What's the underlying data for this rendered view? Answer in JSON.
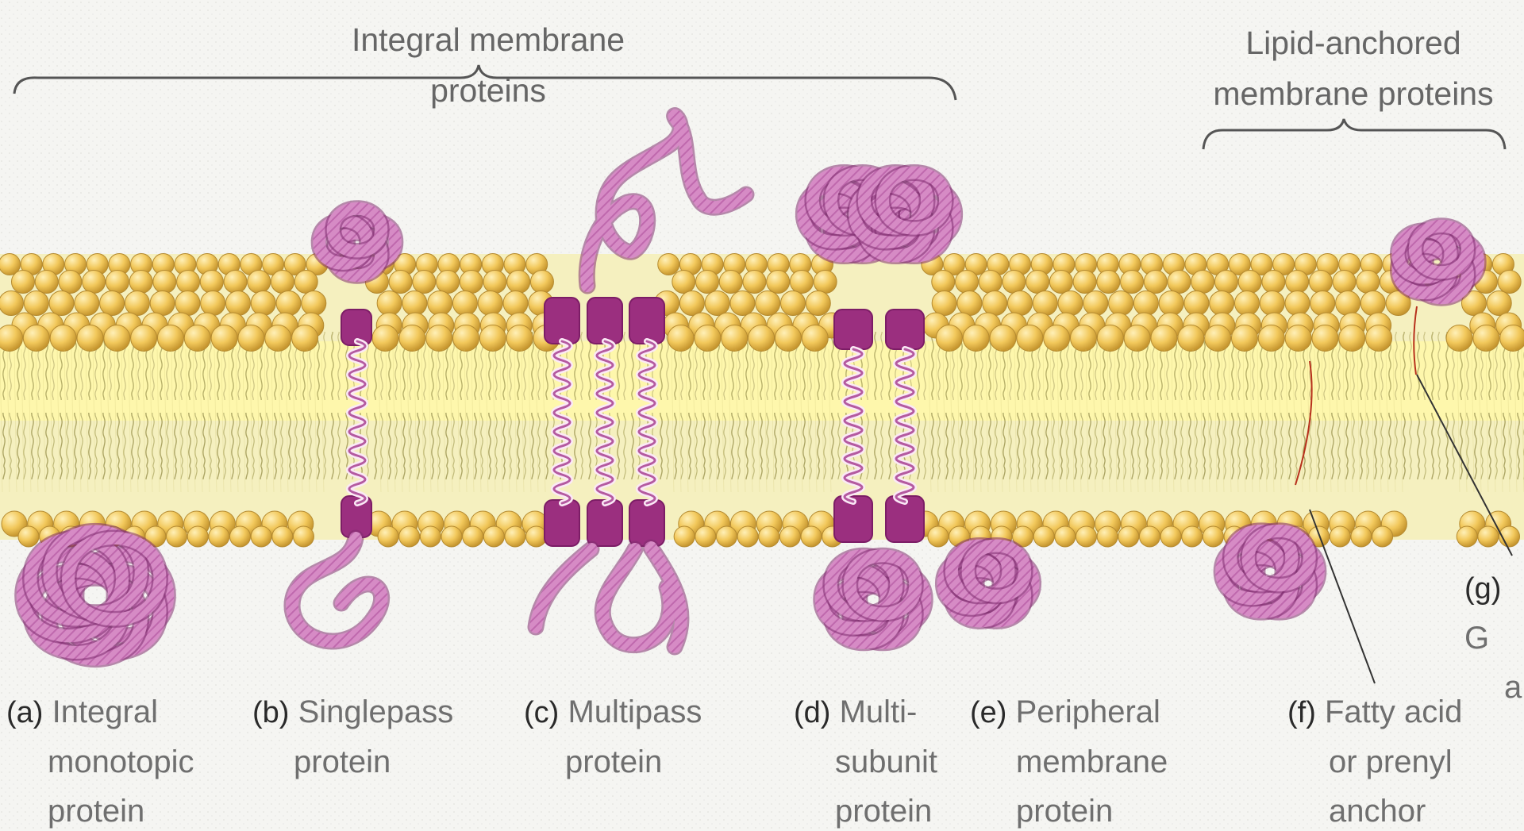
{
  "headings": {
    "integral": "Integral membrane proteins",
    "lipid_anchored": [
      "Lipid-anchored",
      "membrane proteins"
    ]
  },
  "proteins": [
    {
      "letter": "(a)",
      "lines": [
        "Integral",
        "monotopic",
        "protein"
      ]
    },
    {
      "letter": "(b)",
      "lines": [
        "Singlepass",
        "protein"
      ]
    },
    {
      "letter": "(c)",
      "lines": [
        "Multipass",
        "protein"
      ]
    },
    {
      "letter": "(d)",
      "lines": [
        "Multi-",
        "subunit",
        "protein"
      ]
    },
    {
      "letter": "(e)",
      "lines": [
        "Peripheral",
        "membrane",
        "protein"
      ]
    },
    {
      "letter": "(f)",
      "lines": [
        "Fatty acid",
        "or prenyl",
        "anchor"
      ]
    },
    {
      "letter": "(g)",
      "lines": [
        "G",
        "a"
      ]
    }
  ],
  "colors": {
    "headgroup": "#f2c85b",
    "headgroup_shadow": "#c6962f",
    "tail": "#b9c06a",
    "core": "#fff59a",
    "protein": "#d68bc5",
    "protein_dark": "#9b2f7f",
    "text": "#6f6f6f"
  }
}
